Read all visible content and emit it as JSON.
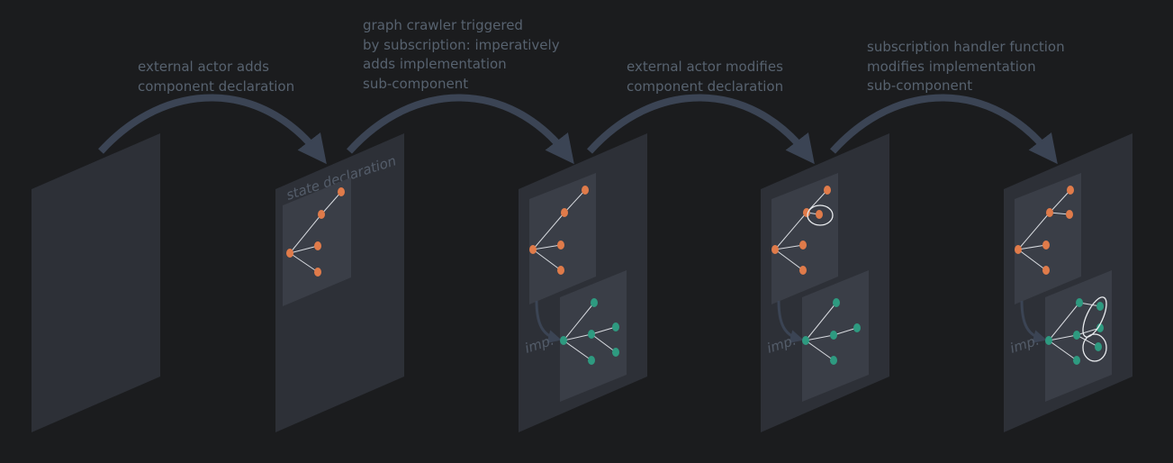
{
  "colors": {
    "background": "#1b1c1e",
    "panel": "#2d3037",
    "subpanel": "#3a3e47",
    "arrow": "#3b4454",
    "caption": "#57626f",
    "state_node": "#e07b4a",
    "impl_node": "#2e9a80",
    "edge": "#d8dbe0",
    "highlight": "#e8ebee"
  },
  "captions": [
    {
      "id": "step1",
      "lines": [
        "external actor adds",
        "component declaration"
      ]
    },
    {
      "id": "step2",
      "lines": [
        "graph crawler triggered",
        "by subscription:  imperatively",
        "adds implementation",
        "sub-component"
      ]
    },
    {
      "id": "step3",
      "lines": [
        "external actor modifies",
        "component declaration"
      ]
    },
    {
      "id": "step4",
      "lines": [
        "subscription handler function",
        "modifies implementation",
        "sub-component"
      ]
    }
  ],
  "labels": {
    "state_declaration": "state declaration",
    "imp": "imp."
  }
}
